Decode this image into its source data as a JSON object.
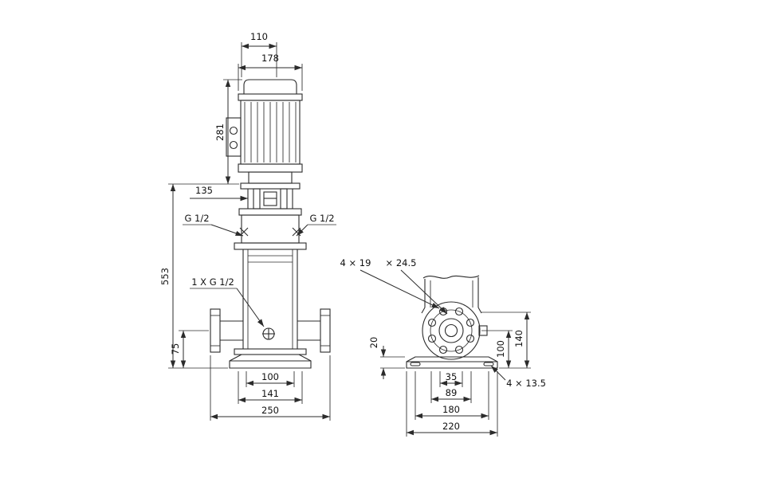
{
  "page": {
    "background": "#ffffff",
    "line_color": "#2b2b2b",
    "text_color": "#111111"
  },
  "front_view": {
    "dims": {
      "fan_width": "110",
      "motor_width": "178",
      "motor_height": "281",
      "coupling_height": "135",
      "port_left": "G 1/2",
      "port_right": "G 1/2",
      "pump_height": "553",
      "drain_port": "1 X G 1/2",
      "port_centerline": "75",
      "base_holes": "100",
      "base_inner": "141",
      "flange_span": "250"
    }
  },
  "side_view": {
    "dims": {
      "flange_holes": "4 × 19",
      "flange_spotface": "× 24.5",
      "base_height": "20",
      "height_100": "100",
      "height_140": "140",
      "width_35": "35",
      "width_89": "89",
      "width_180": "180",
      "width_220": "220",
      "base_bolt_holes": "4 × 13.5"
    }
  }
}
